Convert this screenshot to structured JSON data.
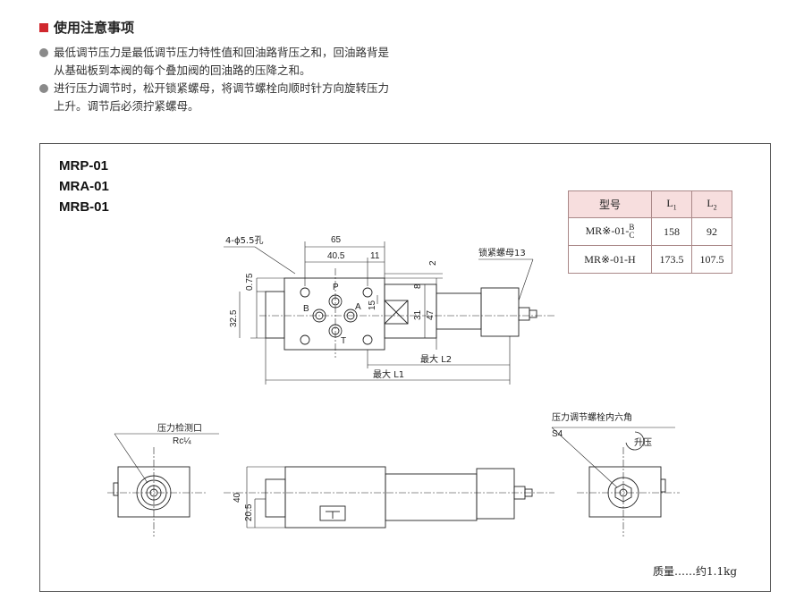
{
  "header": {
    "title": "使用注意事项"
  },
  "notes": [
    {
      "line1": "最低调节压力是最低调节压力特性值和回油路背压之和，回油路背是",
      "line2": "从基础板到本阀的每个叠加阀的回油路的压降之和。"
    },
    {
      "line1": "进行压力调节时，松开锁紧螺母，将调节螺栓向顺时针方向旋转压力",
      "line2": "上升。调节后必须拧紧螺母。"
    }
  ],
  "models": [
    "MRP-01",
    "MRA-01",
    "MRB-01"
  ],
  "spec_table": {
    "headers": [
      "型号",
      "L1",
      "L2"
    ],
    "rows": [
      {
        "model": "MR※-01-",
        "suffix_top": "B",
        "suffix_bottom": "C",
        "l1": "158",
        "l2": "92"
      },
      {
        "model": "MR※-01-H",
        "suffix_top": "",
        "suffix_bottom": "",
        "l1": "173.5",
        "l2": "107.5"
      }
    ]
  },
  "drawing": {
    "holes": "4-ϕ5.5孔",
    "d65": "65",
    "d40_5": "40.5",
    "d11": "11",
    "d2": "2",
    "d0_75": "0.75",
    "d32_5": "32.5",
    "d8": "8",
    "d15": "15",
    "d31": "31",
    "d47": "47",
    "lock_nut": "锁紧螺母13",
    "port_p": "P",
    "port_a": "A",
    "port_b": "B",
    "port_t": "T",
    "max_l2": "最大 L2",
    "max_l1": "最大 L1",
    "gauge_port": "压力检测口",
    "gauge_thread": "Rc¼",
    "adj_bolt": "压力调节螺栓内六角",
    "s4": "S4",
    "rise": "升压",
    "d40": "40",
    "d20_5": "20.5"
  },
  "mass": "质量……约1.1kg"
}
